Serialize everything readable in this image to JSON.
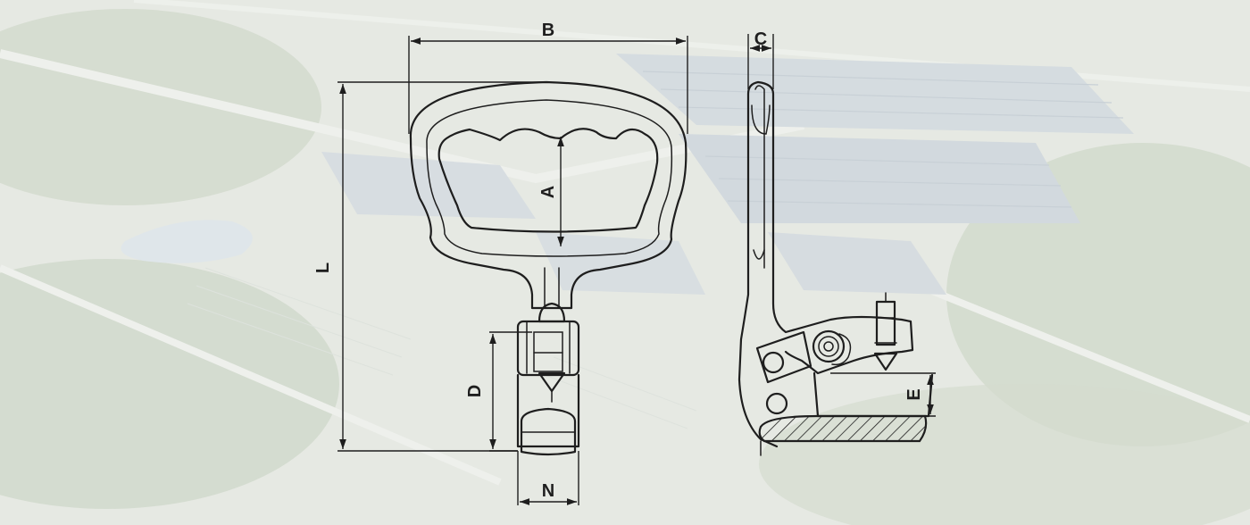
{
  "dimensions": {
    "A": "A",
    "B": "B",
    "C": "C",
    "D": "D",
    "E": "E",
    "L": "L",
    "N": "N"
  },
  "colors": {
    "line": "#1e1e1e",
    "background_ground": "#e4e8e1",
    "background_roofs": "#d3dade",
    "background_trees": "#cdd6c7"
  },
  "background": {
    "subject": "faded-aerial-photo-of-factory-campus"
  }
}
